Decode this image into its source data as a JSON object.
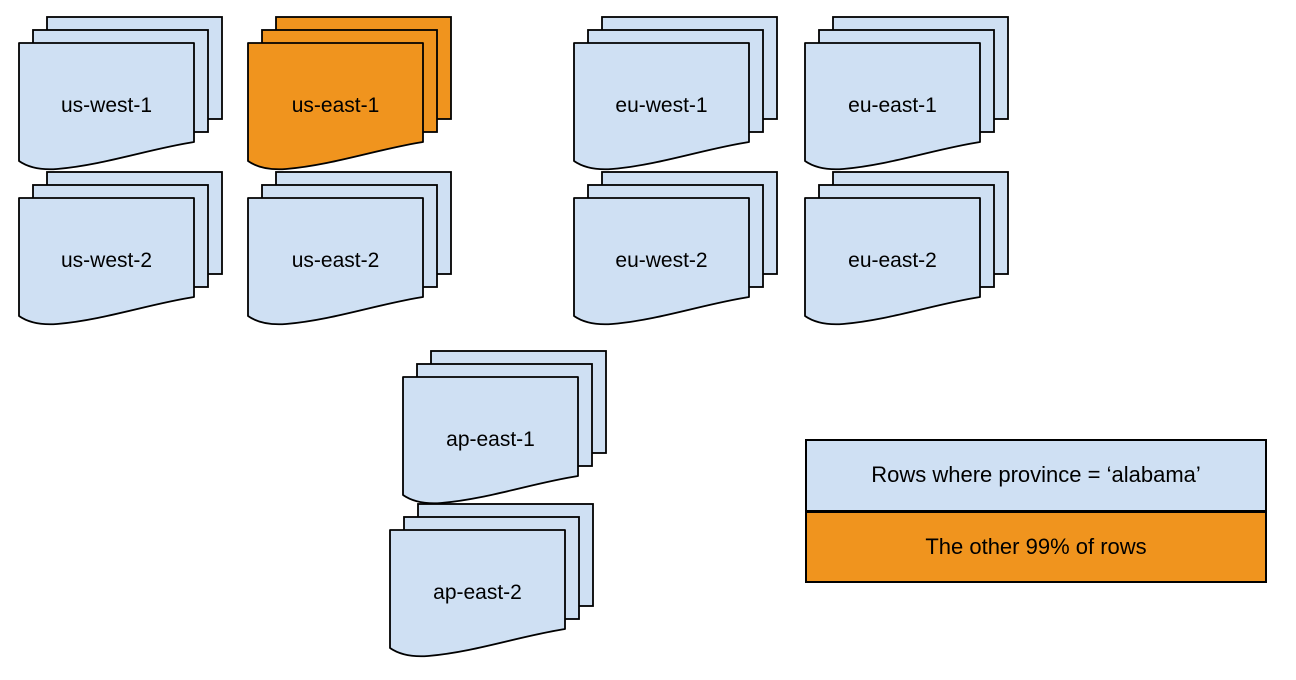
{
  "colors": {
    "doc_blue": "#cfe0f3",
    "doc_orange": "#f0941e",
    "outline": "#000000",
    "text": "#000000",
    "background": "#ffffff"
  },
  "stacks": [
    {
      "label": "us-west-1",
      "highlighted": false
    },
    {
      "label": "us-east-1",
      "highlighted": true
    },
    {
      "label": "eu-west-1",
      "highlighted": false
    },
    {
      "label": "eu-east-1",
      "highlighted": false
    },
    {
      "label": "us-west-2",
      "highlighted": false
    },
    {
      "label": "us-east-2",
      "highlighted": false
    },
    {
      "label": "eu-west-2",
      "highlighted": false
    },
    {
      "label": "eu-east-2",
      "highlighted": false
    },
    {
      "label": "ap-east-1",
      "highlighted": false
    },
    {
      "label": "ap-east-2",
      "highlighted": false
    }
  ],
  "legend": {
    "items": [
      {
        "label": "Rows where province = ‘alabama’"
      },
      {
        "label": "The other 99% of rows"
      }
    ]
  }
}
